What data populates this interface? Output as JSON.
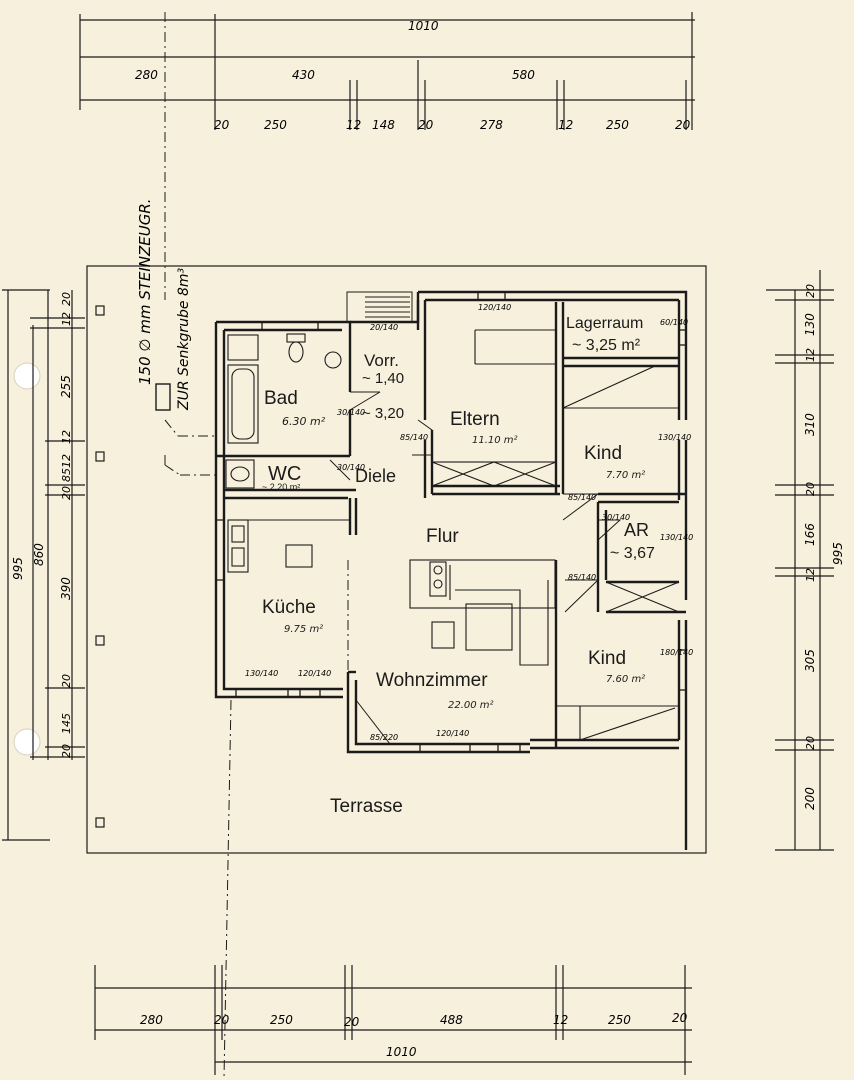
{
  "colors": {
    "paper": "#f7f0dc",
    "ink": "#1b1b1b",
    "hole": "#ffffff"
  },
  "dimensions": {
    "top_overall": "1010",
    "top_row2": [
      "280",
      "430",
      "580"
    ],
    "top_row3": [
      "20",
      "250",
      "12",
      "148",
      "20",
      "278",
      "12",
      "250",
      "20"
    ],
    "bottom_row": [
      "280",
      "20",
      "250",
      "20",
      "488",
      "12",
      "250",
      "20"
    ],
    "bottom_overall": "1010",
    "left_overall": "995",
    "left_sub": "860",
    "left_chain": [
      "20",
      "12",
      "255",
      "12",
      "20",
      "85",
      "12",
      "390",
      "20",
      "145",
      "20"
    ],
    "right_overall": "995",
    "right_chain": [
      "20",
      "130",
      "12",
      "310",
      "20",
      "166",
      "12",
      "305",
      "20",
      "200"
    ]
  },
  "rooms": {
    "bad": {
      "name": "Bad",
      "area": "6.30 m²"
    },
    "wc": {
      "name": "WC",
      "area": "~ 2,20 m²"
    },
    "vorr": {
      "name": "Vorr.",
      "area": "~ 1,40"
    },
    "diele": {
      "name": "Diele",
      "area": "~ 3,20"
    },
    "eltern": {
      "name": "Eltern",
      "area": "11.10 m²"
    },
    "lager": {
      "name": "Lagerraum",
      "area": "~ 3,25 m²"
    },
    "kind1": {
      "name": "Kind",
      "area": "7.70 m²"
    },
    "ar": {
      "name": "AR",
      "area": "~ 3,67"
    },
    "flur": {
      "name": "Flur"
    },
    "kueche": {
      "name": "Küche",
      "area": "9.75 m²"
    },
    "kind2": {
      "name": "Kind",
      "area": "7.60 m²"
    },
    "wohn": {
      "name": "Wohnzimmer",
      "area": "22.00 m²"
    },
    "terrasse": {
      "name": "Terrasse"
    }
  },
  "annotations": {
    "pipe": "150 ∅ mm STEINZEUGR.",
    "pit": "ZUR Senkgrube 8m³"
  },
  "openings": {
    "o1": "20/140",
    "o2": "30/140",
    "o3": "85/140",
    "o4": "130/140",
    "o5": "85/140",
    "o6": "85/140",
    "o7": "130/140",
    "o8": "130/140",
    "o9": "180/140",
    "o10": "120/140",
    "o11": "120/140",
    "o12": "85/220",
    "o13": "120/140",
    "o14": "30/140",
    "o15": "30/140",
    "o16": "60/140"
  }
}
